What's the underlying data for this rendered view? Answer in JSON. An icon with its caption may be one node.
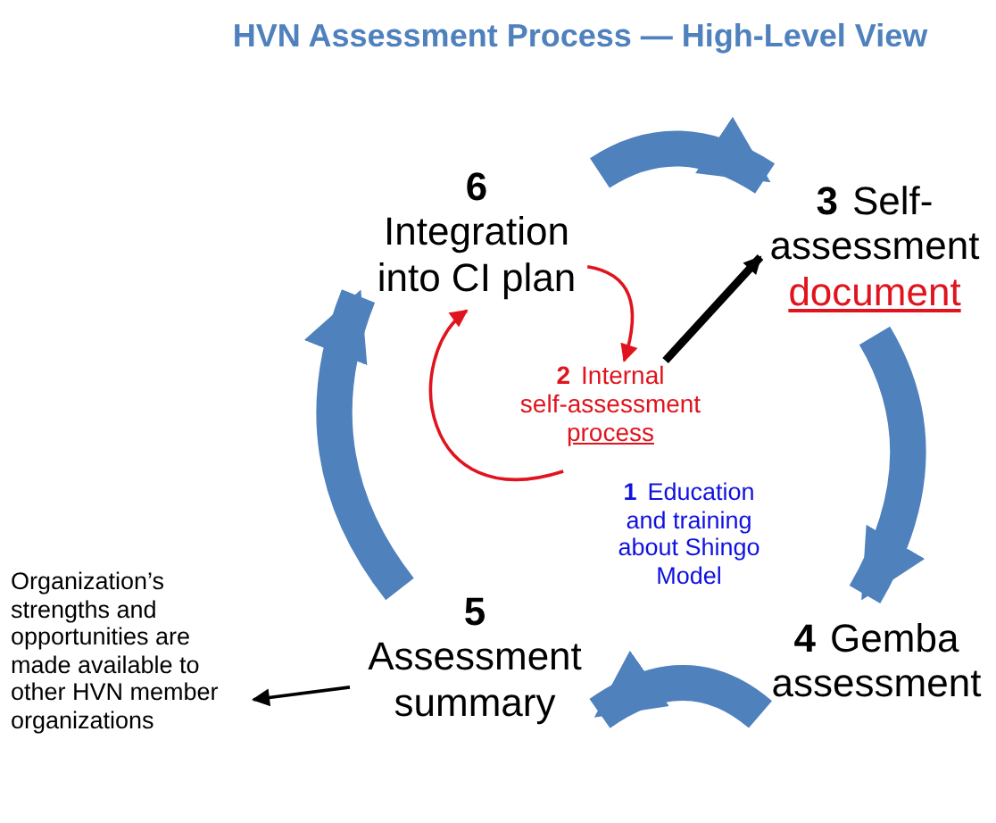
{
  "diagram": {
    "title": "HVN Assessment Process — High-Level View",
    "nodes": [
      {
        "text": [
          "6",
          "Integration into CI plan"
        ]
      },
      {
        "text": [
          "3",
          "Self-assessment",
          "document"
        ]
      },
      {
        "text": [
          "2",
          "Internal self-assessment",
          "process"
        ]
      },
      {
        "text": [
          "1",
          "Education and training about Shingo Model"
        ]
      },
      {
        "text": [
          "4",
          "Gemba assessment"
        ]
      },
      {
        "text": [
          "5",
          "Assessment summary"
        ]
      },
      {
        "text": [
          "Organization’s strengths and opportunities are made available to other HVN member organizations"
        ]
      }
    ],
    "edges": [
      {
        "from": 0,
        "to": 1,
        "arrow": "to",
        "style": "thick",
        "color": "#4f81bd"
      },
      {
        "from": 1,
        "to": 4,
        "arrow": "to",
        "style": "thick",
        "color": "#4f81bd"
      },
      {
        "from": 4,
        "to": 5,
        "arrow": "to",
        "style": "thick",
        "color": "#4f81bd"
      },
      {
        "from": 5,
        "to": 0,
        "arrow": "to",
        "style": "thick",
        "color": "#4f81bd"
      },
      {
        "from": 0,
        "to": 2,
        "arrow": "to",
        "color": "#e0141e"
      },
      {
        "from": 2,
        "to": 0,
        "arrow": "to",
        "color": "#e0141e"
      },
      {
        "from": 2,
        "to": 1,
        "arrow": "to",
        "color": "#000000"
      },
      {
        "from": 5,
        "to": 6,
        "arrow": "to",
        "color": "#000000"
      }
    ]
  }
}
